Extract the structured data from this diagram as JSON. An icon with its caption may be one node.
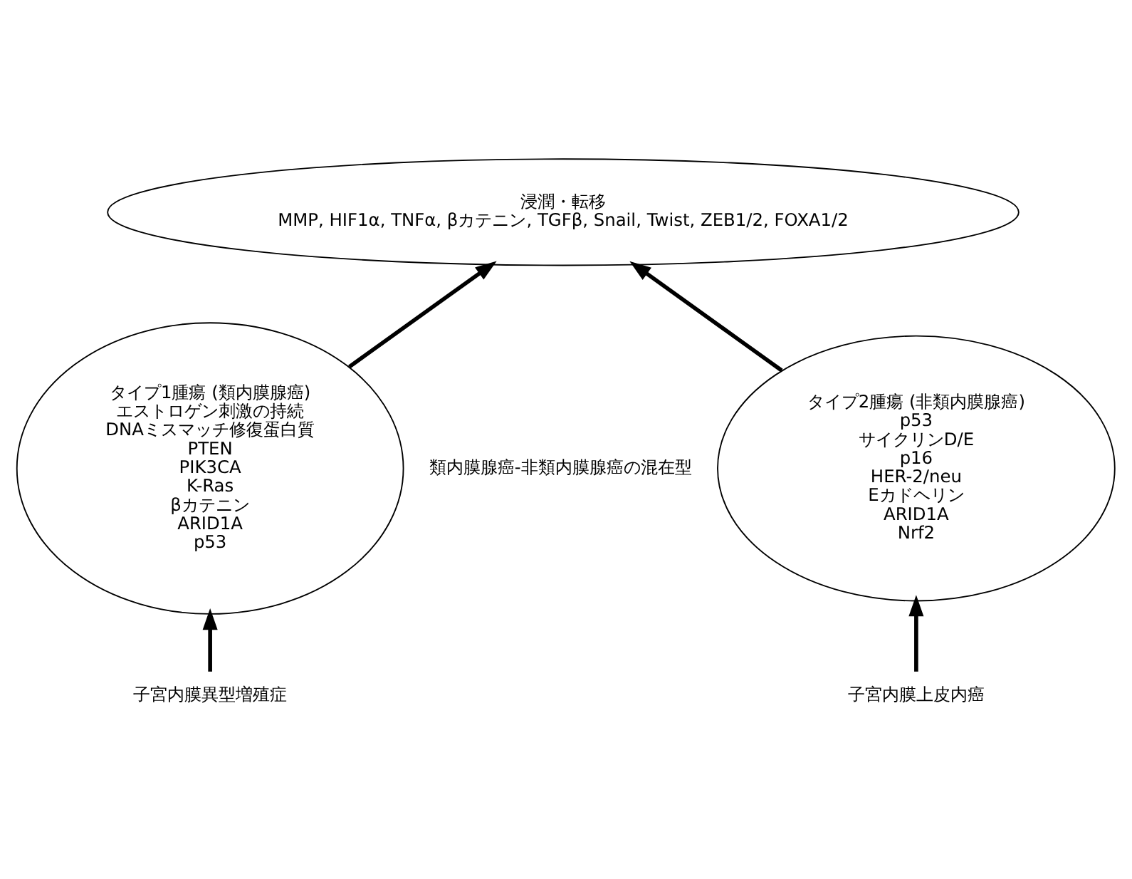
{
  "diagram": {
    "nodes": [
      {
        "text": [
          "浸潤・転移",
          "MMP, HIF1α, TNFα, βカテニン, TGFβ, Snail, Twist, ZEB1/2, FOXA1/2"
        ]
      },
      {
        "text": [
          "タイプ1腫瘍 (類内膜腺癌)",
          "エストロゲン刺激の持続",
          "DNAミスマッチ修復蛋白質",
          "PTEN",
          "PIK3CA",
          "K-Ras",
          "βカテニン",
          "ARID1A",
          "p53"
        ]
      },
      {
        "text": [
          "類内膜腺癌-非類内膜腺癌の混在型"
        ]
      },
      {
        "text": [
          "タイプ2腫瘍 (非類内膜腺癌)",
          "p53",
          "サイクリンD/E",
          "p16",
          "HER-2/neu",
          "Eカドヘリン",
          "ARID1A",
          "Nrf2"
        ]
      },
      {
        "text": [
          "子宮内膜異型増殖症"
        ]
      },
      {
        "text": [
          "子宮内膜上皮内癌"
        ]
      }
    ],
    "edges": [
      {
        "from": 1,
        "to": 0,
        "arrow": "to"
      },
      {
        "from": 3,
        "to": 0,
        "arrow": "to"
      },
      {
        "from": 4,
        "to": 1,
        "arrow": "to"
      },
      {
        "from": 5,
        "to": 3,
        "arrow": "to"
      }
    ]
  }
}
